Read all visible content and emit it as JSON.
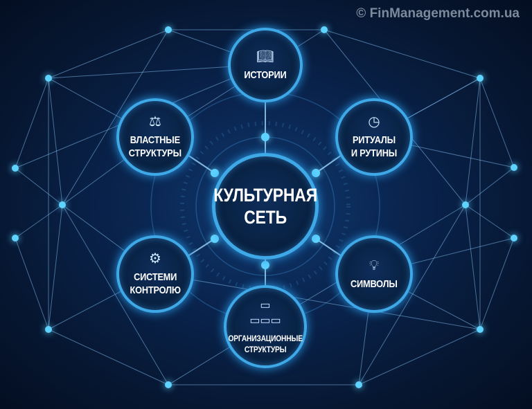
{
  "watermark": "© FinManagement.com.ua",
  "center": {
    "label": "КУЛЬТУРНАЯ\nСЕТЬ"
  },
  "nodes": [
    {
      "label": "ИСТОРИИ",
      "icon": "book-icon"
    },
    {
      "label": "ВЛАСТНЫЕ\nСТРУКТУРЫ",
      "icon": "scales-icon"
    },
    {
      "label": "РИТУАЛЫ\nИ РУТИНЫ",
      "icon": "clock-icon"
    },
    {
      "label": "СИСТЕМИ\nКОНТРОЛЮ",
      "icon": "gear-target-icon"
    },
    {
      "label": "СИМВОЛЫ",
      "icon": "lightbulb-icon"
    },
    {
      "label": "ОРГАНИЗАЦИОННЫЕ\nСТРУКТУРЫ",
      "icon": "org-chart-icon"
    }
  ],
  "colors": {
    "background": "#061630",
    "accent": "#3fa9e8",
    "glow": "#5fd3ff"
  }
}
